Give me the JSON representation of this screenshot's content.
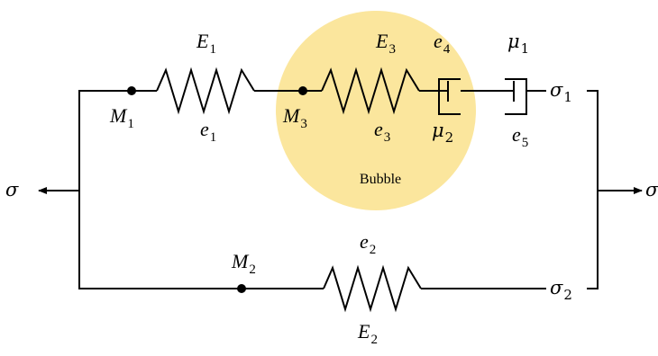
{
  "colors": {
    "bubble_fill": "#fbe69d",
    "stroke": "#000000",
    "background": "#ffffff"
  },
  "bubble": {
    "label": "Bubble"
  },
  "stress": {
    "left": "σ",
    "right": "σ"
  },
  "branch1": {
    "node_left": {
      "main": "M",
      "sub": "1"
    },
    "node_bubble": {
      "main": "M",
      "sub": "3"
    },
    "spring1": {
      "top_main": "E",
      "top_sub": "1",
      "bottom_main": "e",
      "bottom_sub": "1"
    },
    "spring3": {
      "top_main": "E",
      "top_sub": "3",
      "bottom_main": "e",
      "bottom_sub": "3"
    },
    "dashpot2": {
      "top_main": "e",
      "top_sub": "4",
      "bottom_main": "μ",
      "bottom_sub": "2"
    },
    "dashpot1": {
      "top_main": "μ",
      "top_sub": "1",
      "bottom_main": "e",
      "bottom_sub": "5"
    },
    "stress": {
      "main": "σ",
      "sub": "1"
    }
  },
  "branch2": {
    "node": {
      "main": "M",
      "sub": "2"
    },
    "spring2": {
      "top_main": "e",
      "top_sub": "2",
      "bottom_main": "E",
      "bottom_sub": "2"
    },
    "stress": {
      "main": "σ",
      "sub": "2"
    }
  }
}
